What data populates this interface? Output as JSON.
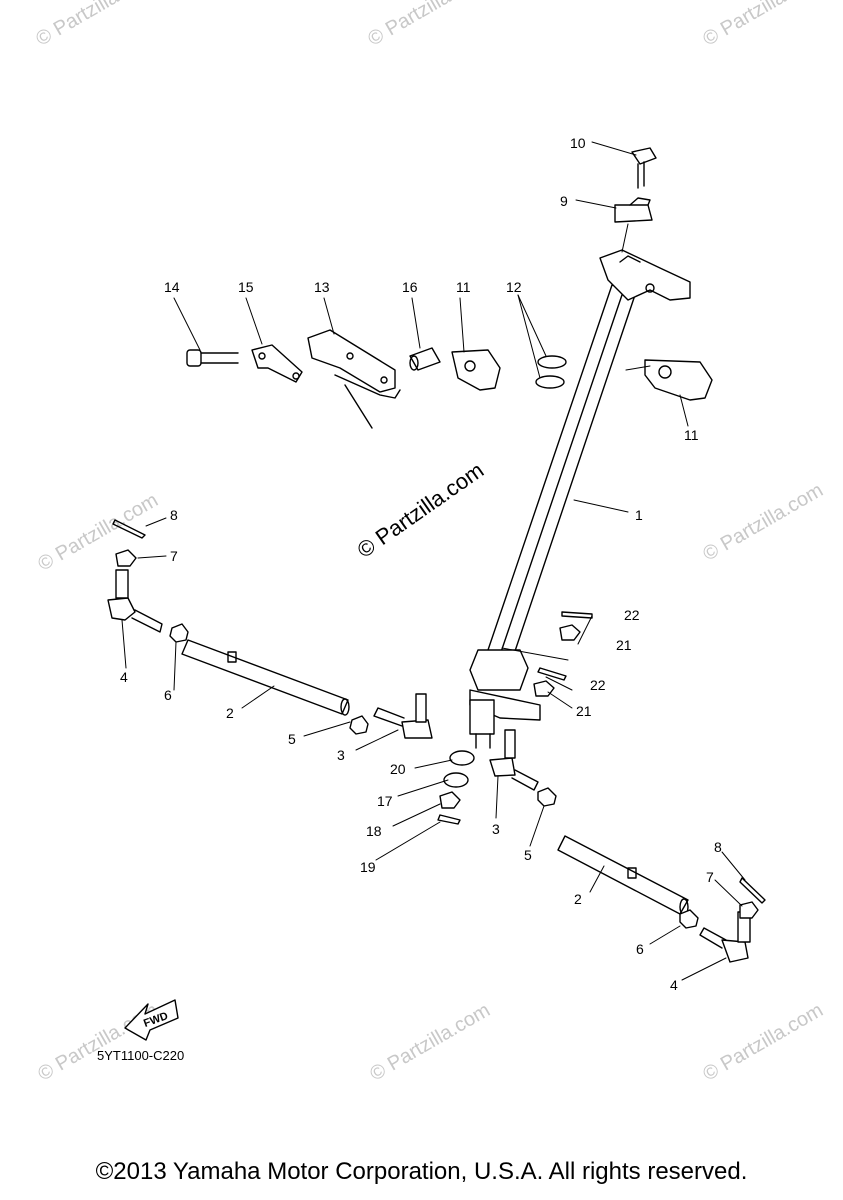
{
  "watermark": "© Partzilla.com",
  "diagram_code": "5YT1100-C220",
  "fwd_label": "FWD",
  "copyright": "©2013 Yamaha Motor Corporation, U.S.A. All rights reserved.",
  "callouts": [
    "1",
    "2",
    "2",
    "3",
    "3",
    "4",
    "4",
    "5",
    "5",
    "6",
    "6",
    "7",
    "7",
    "8",
    "8",
    "9",
    "10",
    "11",
    "11",
    "12",
    "13",
    "14",
    "15",
    "16",
    "17",
    "18",
    "19",
    "20",
    "21",
    "21",
    "22",
    "22"
  ]
}
